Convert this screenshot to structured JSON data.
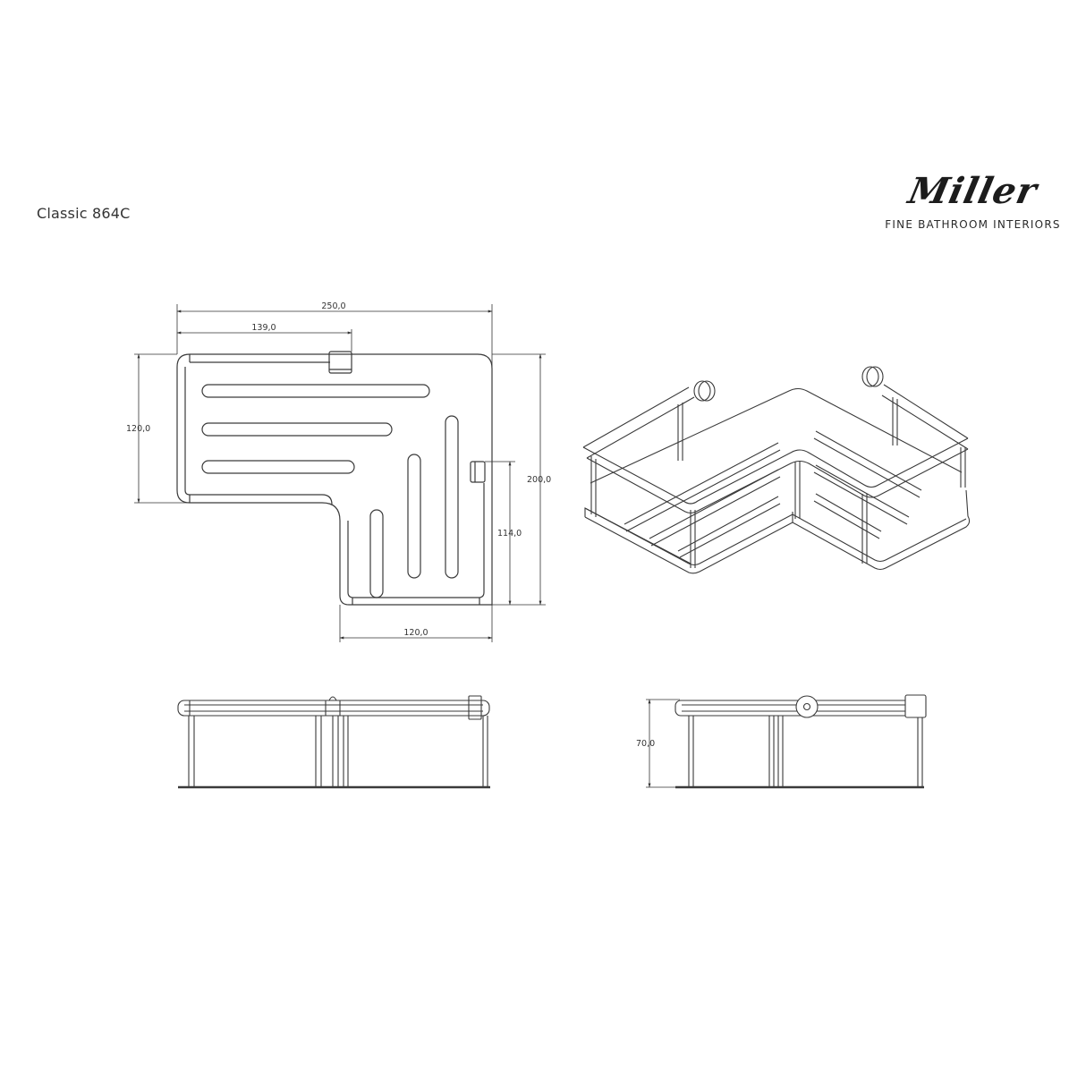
{
  "header": {
    "product_title": "Classic 864C",
    "brand": {
      "name": "Miller",
      "tagline": "FINE BATHROOM INTERIORS"
    }
  },
  "top_view": {
    "dimensions": {
      "overall_width": "250,0",
      "bracket_offset": "139,0",
      "left_depth": "120,0",
      "overall_depth": "200,0",
      "right_bracket_height": "114,0",
      "right_width": "120,0"
    }
  },
  "side_view_right": {
    "dimensions": {
      "height": "70,0"
    }
  },
  "colors": {
    "line": "#3a3a3a",
    "text": "#333333",
    "background": "#ffffff"
  }
}
